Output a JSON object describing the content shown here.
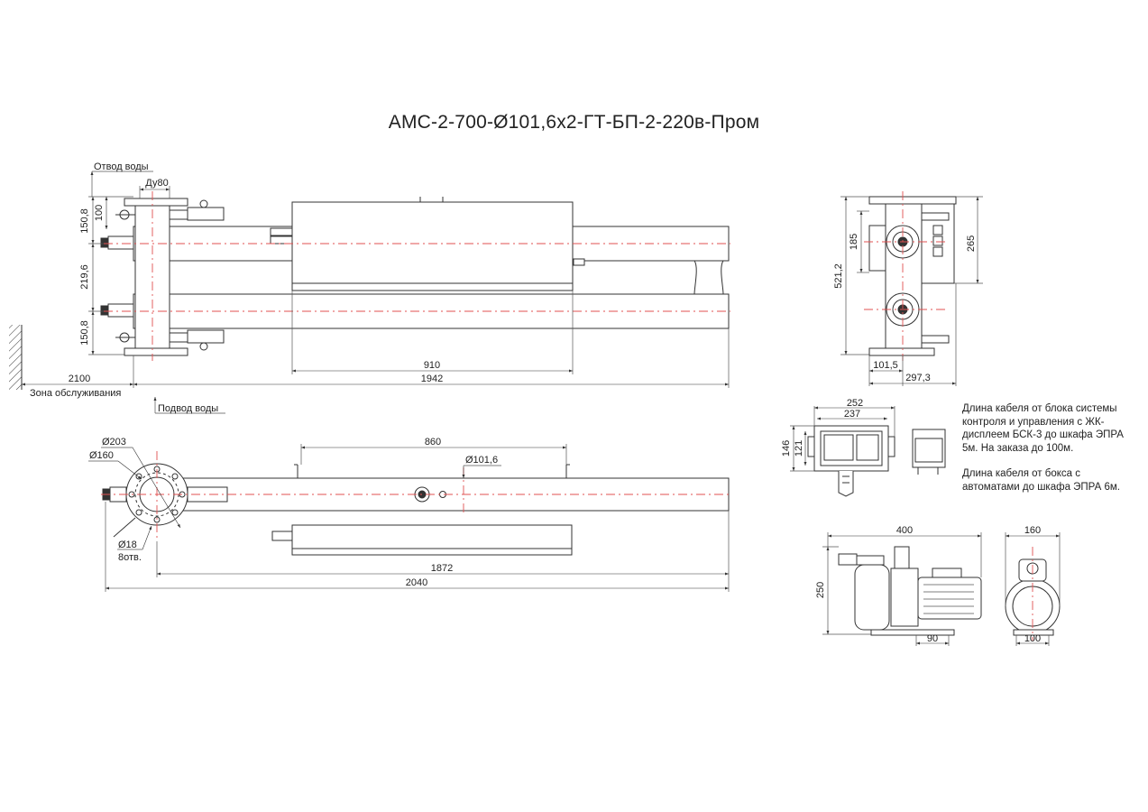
{
  "title": "АМС-2-700-Ø101,6x2-ГТ-БП-2-220в-Пром",
  "labels": {
    "otvod": "Отвод воды",
    "du80": "Ду80",
    "podvod": "Подвод воды",
    "zona": "Зона обслуживания",
    "holes_d": "Ø18",
    "holes_n": "8отв."
  },
  "dims": {
    "d150_8_top": "150,8",
    "d100": "100",
    "d219_6": "219,6",
    "d150_8_bot": "150,8",
    "d2100": "2100",
    "d910": "910",
    "d1942": "1942",
    "d860": "860",
    "d101_6": "Ø101,6",
    "d203": "Ø203",
    "d160c": "Ø160",
    "d1872": "1872",
    "d2040": "2040",
    "d185": "185",
    "d521_2": "521,2",
    "d265": "265",
    "d101_5": "101,5",
    "d297_3": "297,3",
    "d252": "252",
    "d237": "237",
    "d146": "146",
    "d121": "121",
    "d400": "400",
    "d250": "250",
    "d90": "90",
    "d160": "160",
    "d100b": "100"
  },
  "notes": {
    "cable1": "Длина кабеля от блока системы контроля и управления с ЖК-дисплеем БСК-3 до шкафа ЭПРА 5м. На заказа до 100м.",
    "cable2": "Длина кабеля от бокса с автоматами до шкафа ЭПРА 6м."
  },
  "colors": {
    "axis": "#e05050",
    "line": "#333333"
  }
}
